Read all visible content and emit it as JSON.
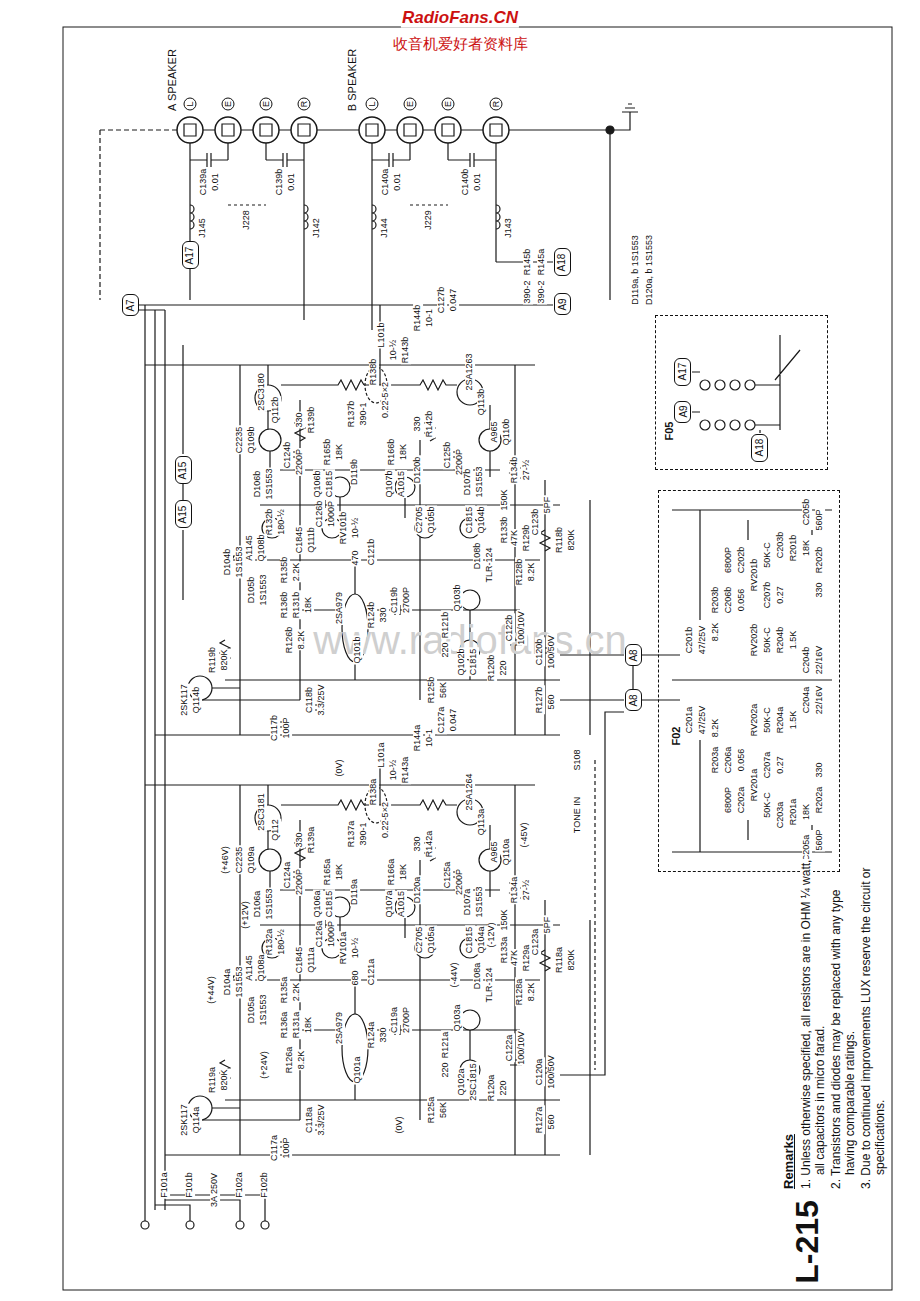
{
  "diagram": {
    "nodes": [
      {
        "text": [
          "A17"
        ]
      },
      {
        "text": [
          "A7"
        ]
      },
      {
        "text": [
          "A18"
        ]
      },
      {
        "text": [
          "A9"
        ]
      },
      {
        "text": [
          "F05"
        ]
      },
      {
        "text": [
          "A17"
        ],
        "in": 4
      },
      {
        "text": [
          "A9"
        ],
        "in": 4
      },
      {
        "text": [
          "A18"
        ],
        "in": 4
      },
      {
        "text": [
          "A15"
        ]
      },
      {
        "text": [
          "A15"
        ]
      },
      {
        "text": [
          "A8"
        ]
      },
      {
        "text": [
          "A8"
        ]
      },
      {
        "text": [
          "F02"
        ]
      }
    ],
    "edges": [
      {
        "from": 8,
        "to": 9,
        "arrow": "none"
      },
      {
        "from": 10,
        "to": 11,
        "arrow": "none"
      }
    ],
    "labels": [
      "RadioFans.CN",
      "收音机爱好者资料库",
      "A SPEAKER",
      "L",
      "E",
      "E",
      "R",
      "B SPEAKER",
      "L",
      "E",
      "E",
      "R",
      "C139a",
      "0.01",
      "C139b",
      "0.01",
      "J228",
      "C140a",
      "0.01",
      "C140b",
      "0.01",
      "J229",
      "J145",
      "J142",
      "J144",
      "J143",
      "R145b",
      "390-2",
      "R145a",
      "390-2",
      "D119a, b 1S1553",
      "D120a, b 1S1553",
      "www.radiofans.cn",
      "2SC3180",
      "Q112b",
      "R138b",
      "0.22-5×2",
      "2SA1263",
      "Q113b",
      "330",
      "R139b",
      "R137b",
      "390-1",
      "330",
      "R142b",
      "C2235",
      "Q109b",
      "C124b",
      "2200P",
      "R165b",
      "18K",
      "R166b",
      "18K",
      "C125b",
      "2200P",
      "D119b",
      "D120b",
      "A965",
      "Q110b",
      "R134b",
      "27-½",
      "D106b",
      "1S1553",
      "Q106b",
      "C1815",
      "Q107b",
      "A1015",
      "D107b",
      "1S1553",
      "150K",
      "R133b",
      "R132b",
      "180-½",
      "C126b",
      "1000P",
      "5PF",
      "C123b",
      "A1145",
      "Q108b",
      "C1845",
      "Q111b",
      "RV101b",
      "10-½",
      "470",
      "C121b",
      "C2705",
      "Q105b",
      "C1815",
      "Q104b",
      "47K",
      "R129b",
      "R118b",
      "820K",
      "D104b",
      "1S1553",
      "R135b",
      "2.2K",
      "D105b",
      "1S1553",
      "R136b",
      "R131b",
      "18K",
      "D108b",
      "TLR-124",
      "R128b",
      "8.2K",
      "2SA979",
      "C119b",
      "2700P",
      "R124b",
      "330",
      "Q103b",
      "R121b",
      "220",
      "C122b",
      "100/10V",
      "Q101b",
      "R126b",
      "8.2K",
      "Q102b",
      "C1815",
      "R120b",
      "220",
      "C120b",
      "100/50V",
      "R119b",
      "820K",
      "2SK117",
      "Q114b",
      "R125b",
      "56K",
      "R127b",
      "560",
      "C118b",
      "3.3/25V",
      "C117b",
      "100P",
      "L101b",
      "10-½",
      "R143b",
      "R144b",
      "10-1",
      "C127b",
      "0.047",
      "2SC3181",
      "Q112",
      "R138a",
      "0.22-5×2",
      "2SA1264",
      "Q113a",
      "330",
      "R139a",
      "R137a",
      "390-1",
      "330",
      "R142a",
      "C2235",
      "Q109a",
      "C124a",
      "2200P",
      "R165a",
      "18K",
      "R166a",
      "18K",
      "C125a",
      "2200P",
      "D119a",
      "D120a",
      "A965",
      "Q110a",
      "R134a",
      "27-½",
      "D106a",
      "1S1553",
      "Q106a",
      "C1815",
      "Q107a",
      "A1015",
      "D107a",
      "1S1553",
      "150K",
      "R133a",
      "R132a",
      "180-½",
      "C126a",
      "1000P",
      "5PF",
      "C123a",
      "A1145",
      "Q108a",
      "C1845",
      "Q111a",
      "RV101a",
      "10-½",
      "680",
      "C121a",
      "C2705",
      "Q105a",
      "C1815",
      "Q104a",
      "47K",
      "R129a",
      "R118a",
      "820K",
      "D104a",
      "1S1553",
      "R135a",
      "2.2K",
      "D105a",
      "1S1553",
      "R136a",
      "R131a",
      "18K",
      "D108a",
      "TLR-124",
      "R128a",
      "8.2K",
      "2SA979",
      "C119a",
      "2700P",
      "R124a",
      "330",
      "Q103a",
      "R121a",
      "220",
      "C122a",
      "100/10V",
      "Q101a",
      "R126a",
      "8.2K",
      "Q102a",
      "2SC1815",
      "R120a",
      "220",
      "C120a",
      "100/50V",
      "R119a",
      "820K",
      "2SK117",
      "Q114a",
      "R125a",
      "56K",
      "R127a",
      "560",
      "C118a",
      "3.3/25V",
      "C117a",
      "100P",
      "L101a",
      "10-½",
      "R143a",
      "R144a",
      "10-1",
      "C127a",
      "0.047",
      "(0V)",
      "(+46V)",
      "(-45V)",
      "(+12V)",
      "(-12V)",
      "(+44V)",
      "(-44V)",
      "(+24V)",
      "(0V)",
      "S108",
      "TONE IN",
      "C205b",
      "560P",
      "R201b",
      "18K",
      "R202b",
      "330",
      "C202b",
      "6800P",
      "C203b",
      "RV201b",
      "50K-C",
      "R203b",
      "8.2K",
      "C206b",
      "0.056",
      "C207b",
      "0.27",
      "C201b",
      "47/25V",
      "RV202b",
      "50K-C",
      "R204b",
      "1.5K",
      "C204b",
      "22/16V",
      "C205a",
      "560P",
      "R201a",
      "18K",
      "R202a",
      "330",
      "C202a",
      "6800P",
      "C203a",
      "RV201a",
      "50K-C",
      "R203a",
      "8.2K",
      "C206a",
      "0.056",
      "C207a",
      "0.27",
      "C201a",
      "47/25V",
      "RV202a",
      "50K-C",
      "R204a",
      "1.5K",
      "C204a",
      "22/16V",
      "F101a",
      "F101b",
      "3A 250V",
      "F102a",
      "F102b",
      "Remarks",
      "1. Unless otherwise specified, all resistors are in OHM ¼ watt,",
      "all capacitors in micro farad.",
      "2. Transistors and diodes may be replaced with any type",
      "having comparable ratings.",
      "3. Due to continued improvements LUX reserve the circuit or",
      "specifications.",
      "L-215"
    ]
  }
}
